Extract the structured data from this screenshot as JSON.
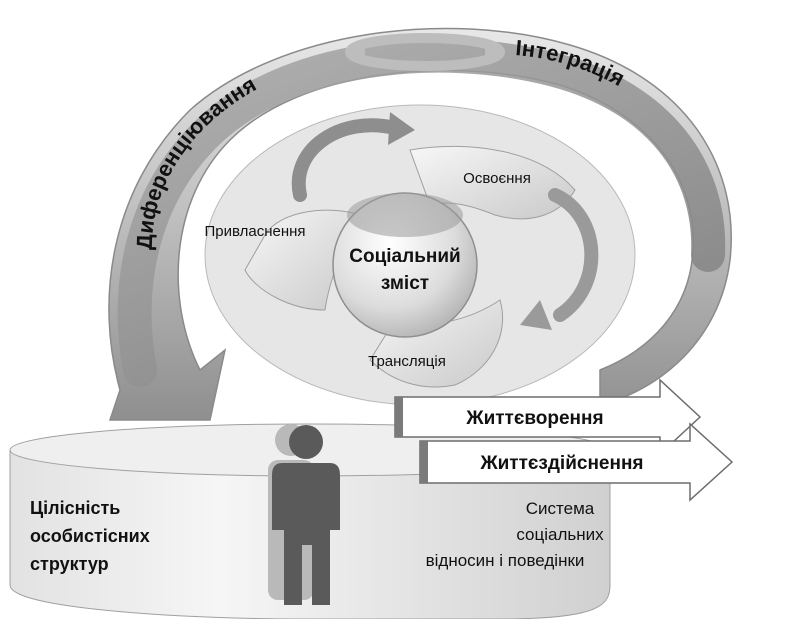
{
  "outer_ring": {
    "left_label": "Диференціювання",
    "right_label": "Інтеграція"
  },
  "swirl": {
    "label_top": "Освоєння",
    "label_left": "Привласнення",
    "label_bottom": "Трансляція"
  },
  "center": {
    "line1": "Соціальний",
    "line2": "зміст"
  },
  "arrows": {
    "first": "Життєворення",
    "second": "Життєздійснення"
  },
  "cylinder": {
    "left_line1": "Цілісність",
    "left_line2": "особистісних",
    "left_line3": "структур",
    "right_line1": "Система",
    "right_line2": "соціальних",
    "right_line3": "відносин і поведінки"
  },
  "colors": {
    "ring_gray": "#9a9a9a",
    "ring_light": "#d8d8d8",
    "text": "#111111"
  }
}
